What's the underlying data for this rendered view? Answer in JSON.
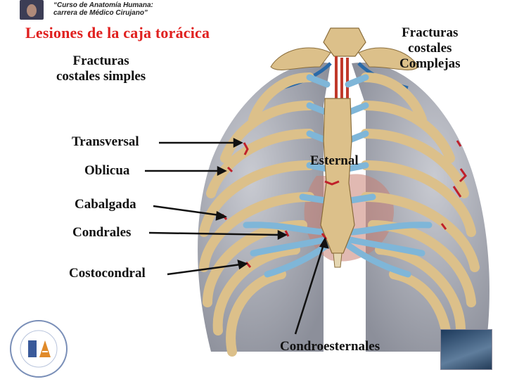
{
  "header": {
    "course_line1": "“Curso de Anatomía Humana:",
    "course_line2": "carrera de Médico Cirujano”"
  },
  "slide": {
    "title": "Lesiones de la caja torácica"
  },
  "groups": {
    "simple_line1": "Fracturas",
    "simple_line2": "costales simples",
    "complex_line1": "Fracturas",
    "complex_line2": "costales",
    "complex_line3": "Complejas"
  },
  "labels": {
    "transversal": "Transversal",
    "oblicua": "Oblicua",
    "cabalgada": "Cabalgada",
    "condrales": "Condrales",
    "costocondral": "Costocondral",
    "esternal": "Esternal",
    "condroesternales": "Condroesternales"
  },
  "colors": {
    "title": "#e0201f",
    "bone": "#dcc08a",
    "cartilage": "#7fb6d8",
    "lung": "#a7a9b3",
    "fracture": "#c0202a"
  }
}
